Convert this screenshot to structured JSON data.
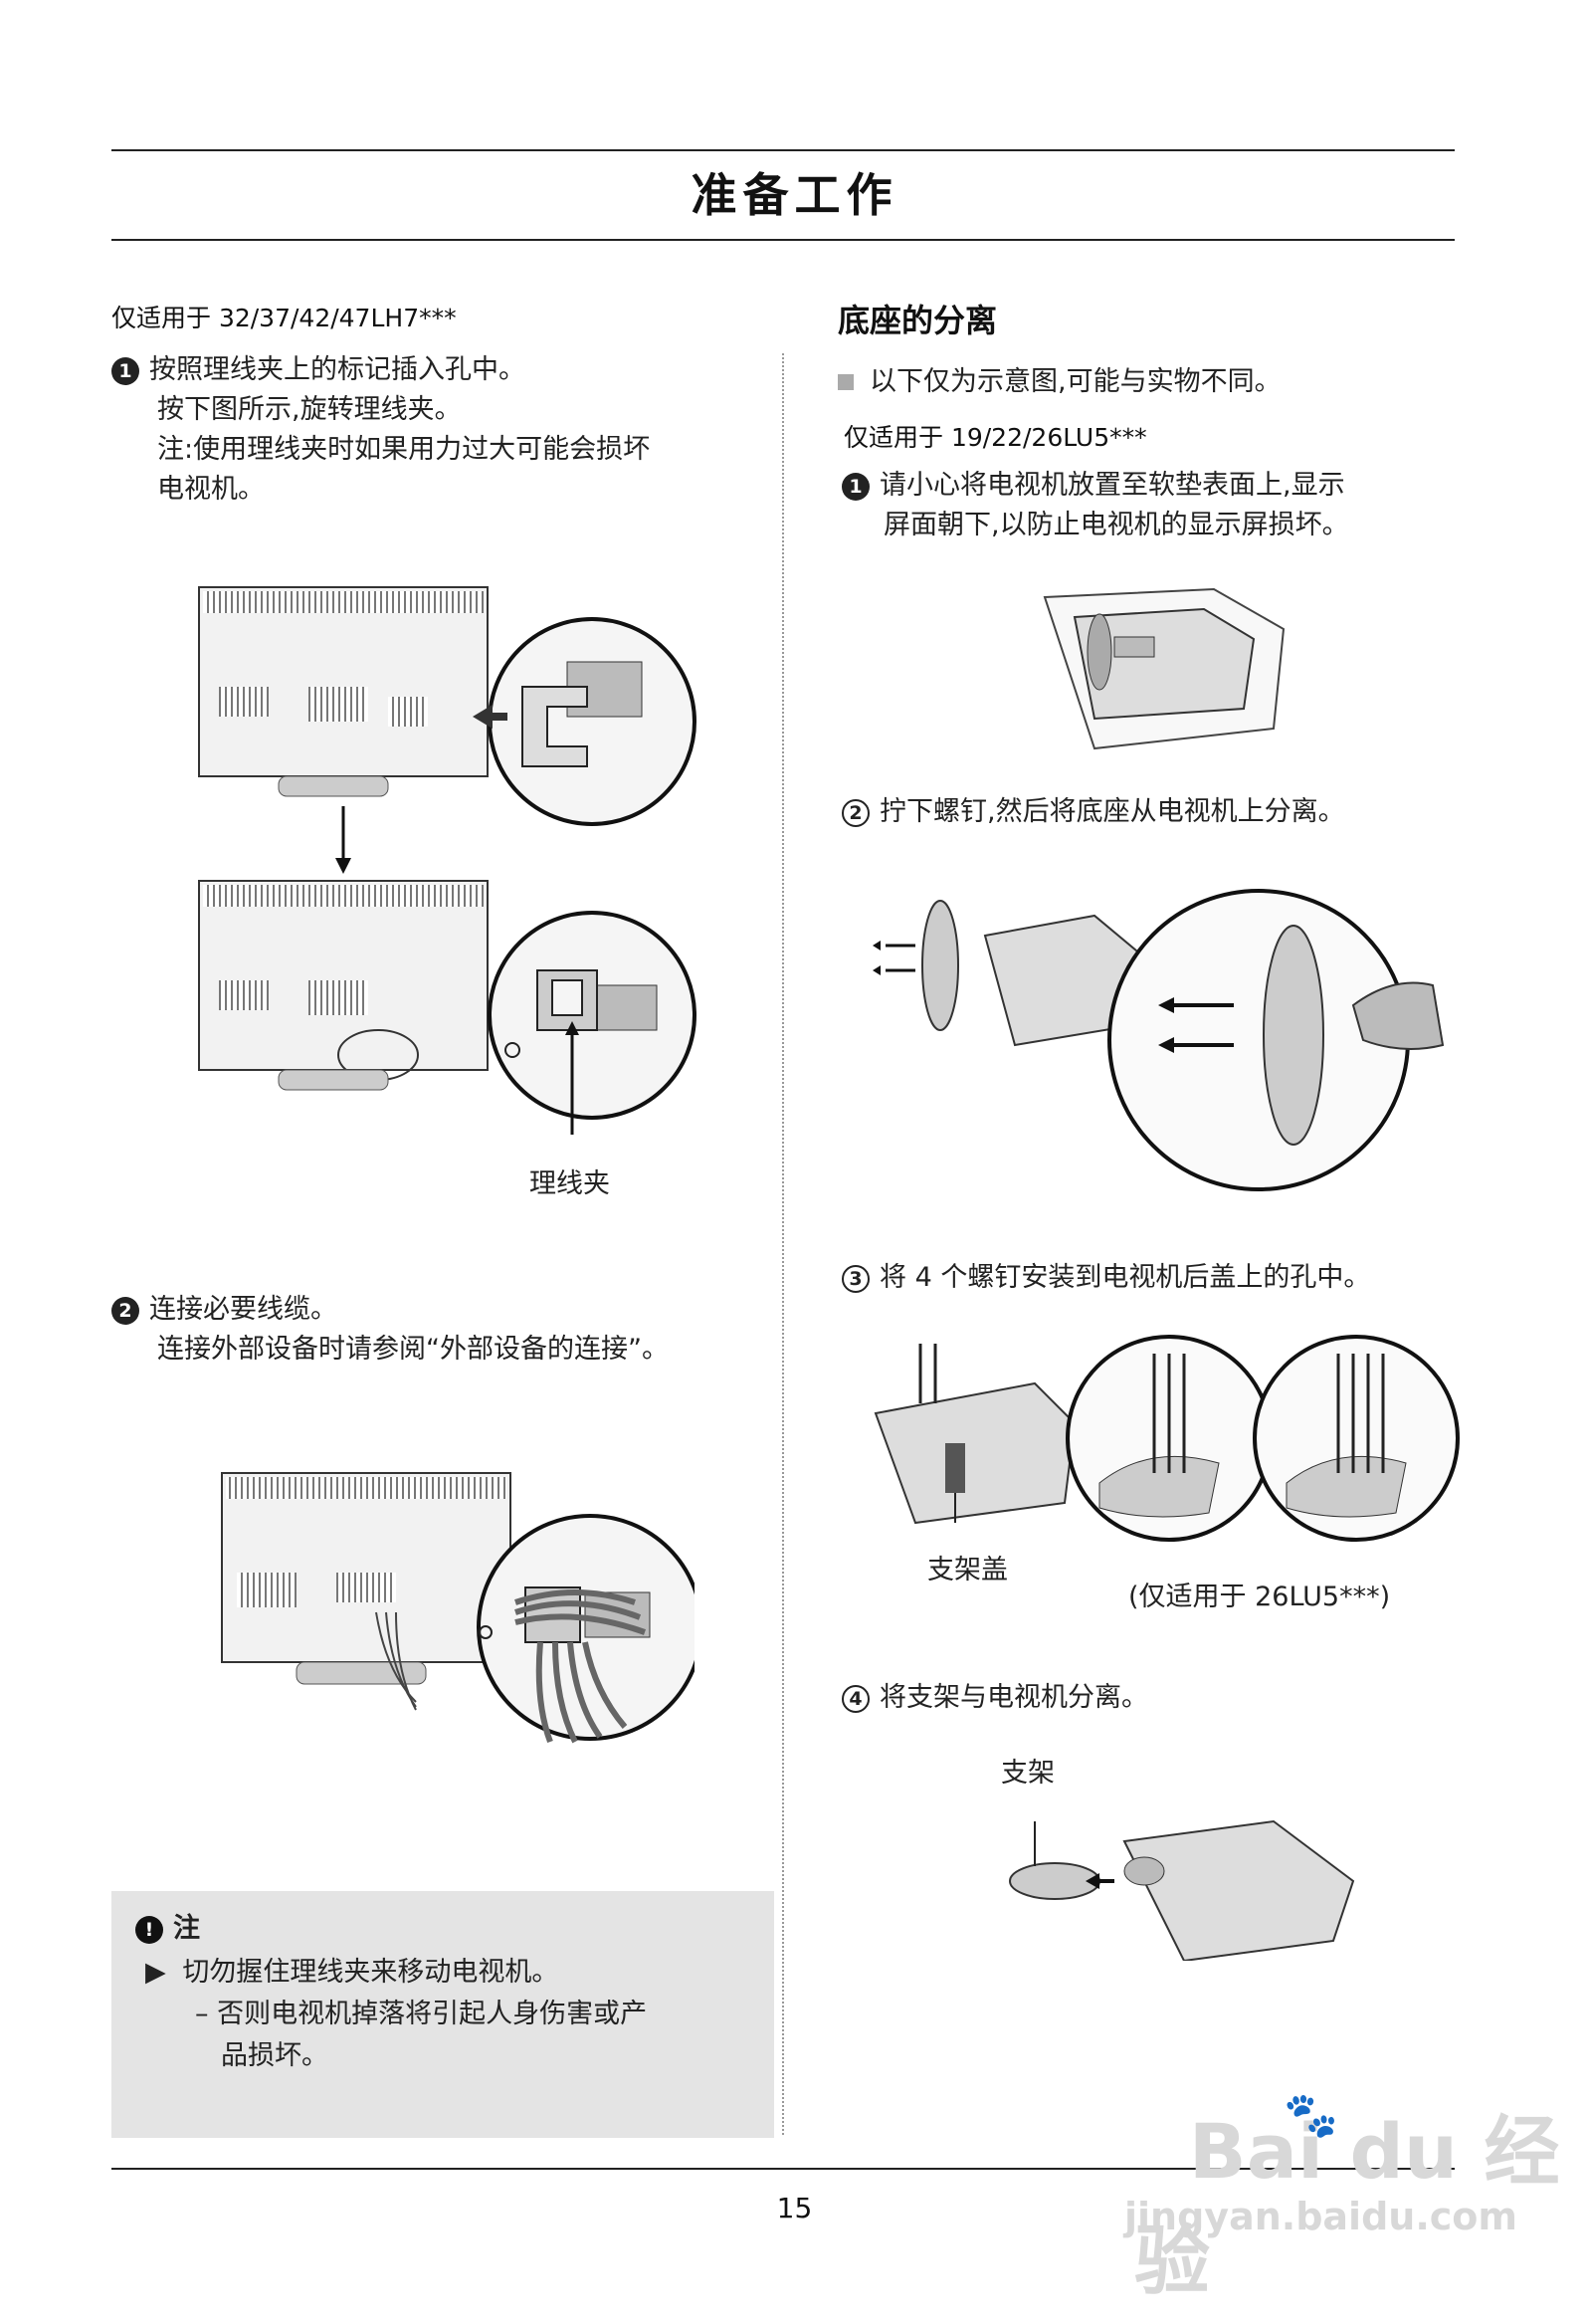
{
  "page": {
    "title": "准备工作",
    "page_number": "15"
  },
  "left": {
    "applies_to": "仅适用于 32/37/42/47LH7***",
    "step1": {
      "marker": "1",
      "line1": "按照理线夹上的标记插入孔中。",
      "line2": "按下图所示,旋转理线夹。",
      "line3": "注:使用理线夹时如果用力过大可能会损坏",
      "line4": "电视机。"
    },
    "figure1_caption": "理线夹",
    "step2": {
      "marker": "2",
      "line1": "连接必要线缆。",
      "line2": "连接外部设备时请参阅“外部设备的连接”。"
    },
    "note": {
      "title": "注",
      "bullet": "切勿握住理线夹来移动电视机。",
      "sub_line1": "– 否则电视机掉落将引起人身伤害或产",
      "sub_line2": "品损坏。"
    }
  },
  "right": {
    "heading": "底座的分离",
    "disclaimer": "以下仅为示意图,可能与实物不同。",
    "applies_to": "仅适用于 19/22/26LU5***",
    "step1": {
      "marker": "1",
      "line1": "请小心将电视机放置至软垫表面上,显示",
      "line2": "屏面朝下,以防止电视机的显示屏损坏。"
    },
    "step2": {
      "marker": "2",
      "text": "拧下螺钉,然后将底座从电视机上分离。"
    },
    "step3": {
      "marker": "3",
      "text": "将 4 个螺钉安装到电视机后盖上的孔中。"
    },
    "step3_labels": {
      "cover": "支架盖",
      "only": "(仅适用于 26LU5***)"
    },
    "step4": {
      "marker": "4",
      "text": "将支架与电视机分离。"
    },
    "step4_label": "支架"
  },
  "watermark": {
    "brand": "Bai du 经验",
    "url": "jingyan.baidu.com"
  },
  "colors": {
    "text": "#222222",
    "note_bg": "#e4e4e4",
    "rule": "#222222"
  }
}
